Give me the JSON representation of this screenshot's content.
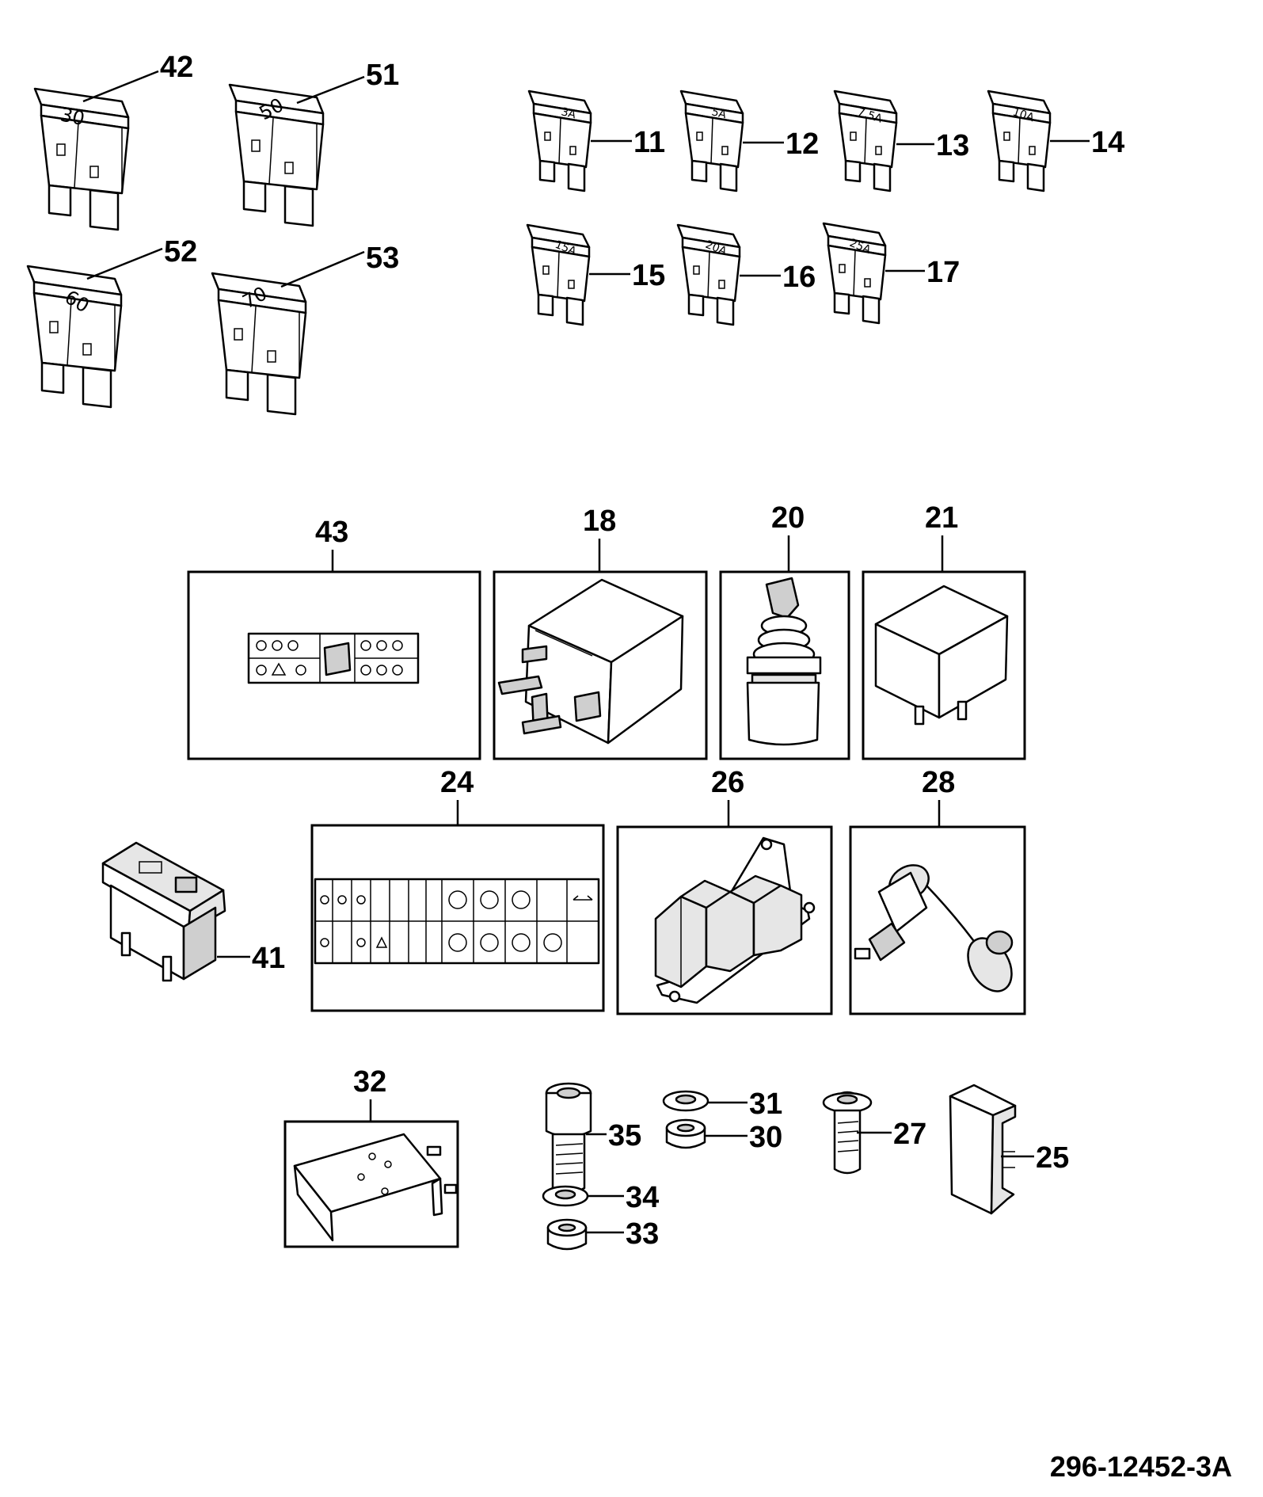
{
  "diagram": {
    "drawing_number": "296-12452-3A",
    "large_fuses": [
      {
        "callout": "42",
        "rating": "30"
      },
      {
        "callout": "51",
        "rating": "50"
      },
      {
        "callout": "52",
        "rating": "60"
      },
      {
        "callout": "53",
        "rating": "70"
      }
    ],
    "mini_fuses": [
      {
        "callout": "11",
        "rating": "3A"
      },
      {
        "callout": "12",
        "rating": "5A"
      },
      {
        "callout": "13",
        "rating": "7.5A"
      },
      {
        "callout": "14",
        "rating": "10A"
      },
      {
        "callout": "15",
        "rating": "15A"
      },
      {
        "callout": "16",
        "rating": "20A"
      },
      {
        "callout": "17",
        "rating": "25A"
      }
    ],
    "framed_parts": [
      {
        "callout": "43",
        "depicts": "decal"
      },
      {
        "callout": "18",
        "depicts": "relay"
      },
      {
        "callout": "20",
        "depicts": "rotary switch"
      },
      {
        "callout": "21",
        "depicts": "relay"
      },
      {
        "callout": "24",
        "depicts": "decal"
      },
      {
        "callout": "26",
        "depicts": "relay bracket assembly"
      },
      {
        "callout": "28",
        "depicts": "power socket"
      },
      {
        "callout": "32",
        "depicts": "bracket"
      }
    ],
    "loose_parts": [
      {
        "callout": "41",
        "depicts": "rocker switch"
      },
      {
        "callout": "35",
        "depicts": "socket head screw"
      },
      {
        "callout": "31",
        "depicts": "washer"
      },
      {
        "callout": "30",
        "depicts": "nut"
      },
      {
        "callout": "34",
        "depicts": "washer"
      },
      {
        "callout": "33",
        "depicts": "nut"
      },
      {
        "callout": "27",
        "depicts": "button head screw"
      },
      {
        "callout": "25",
        "depicts": "cover"
      }
    ]
  }
}
